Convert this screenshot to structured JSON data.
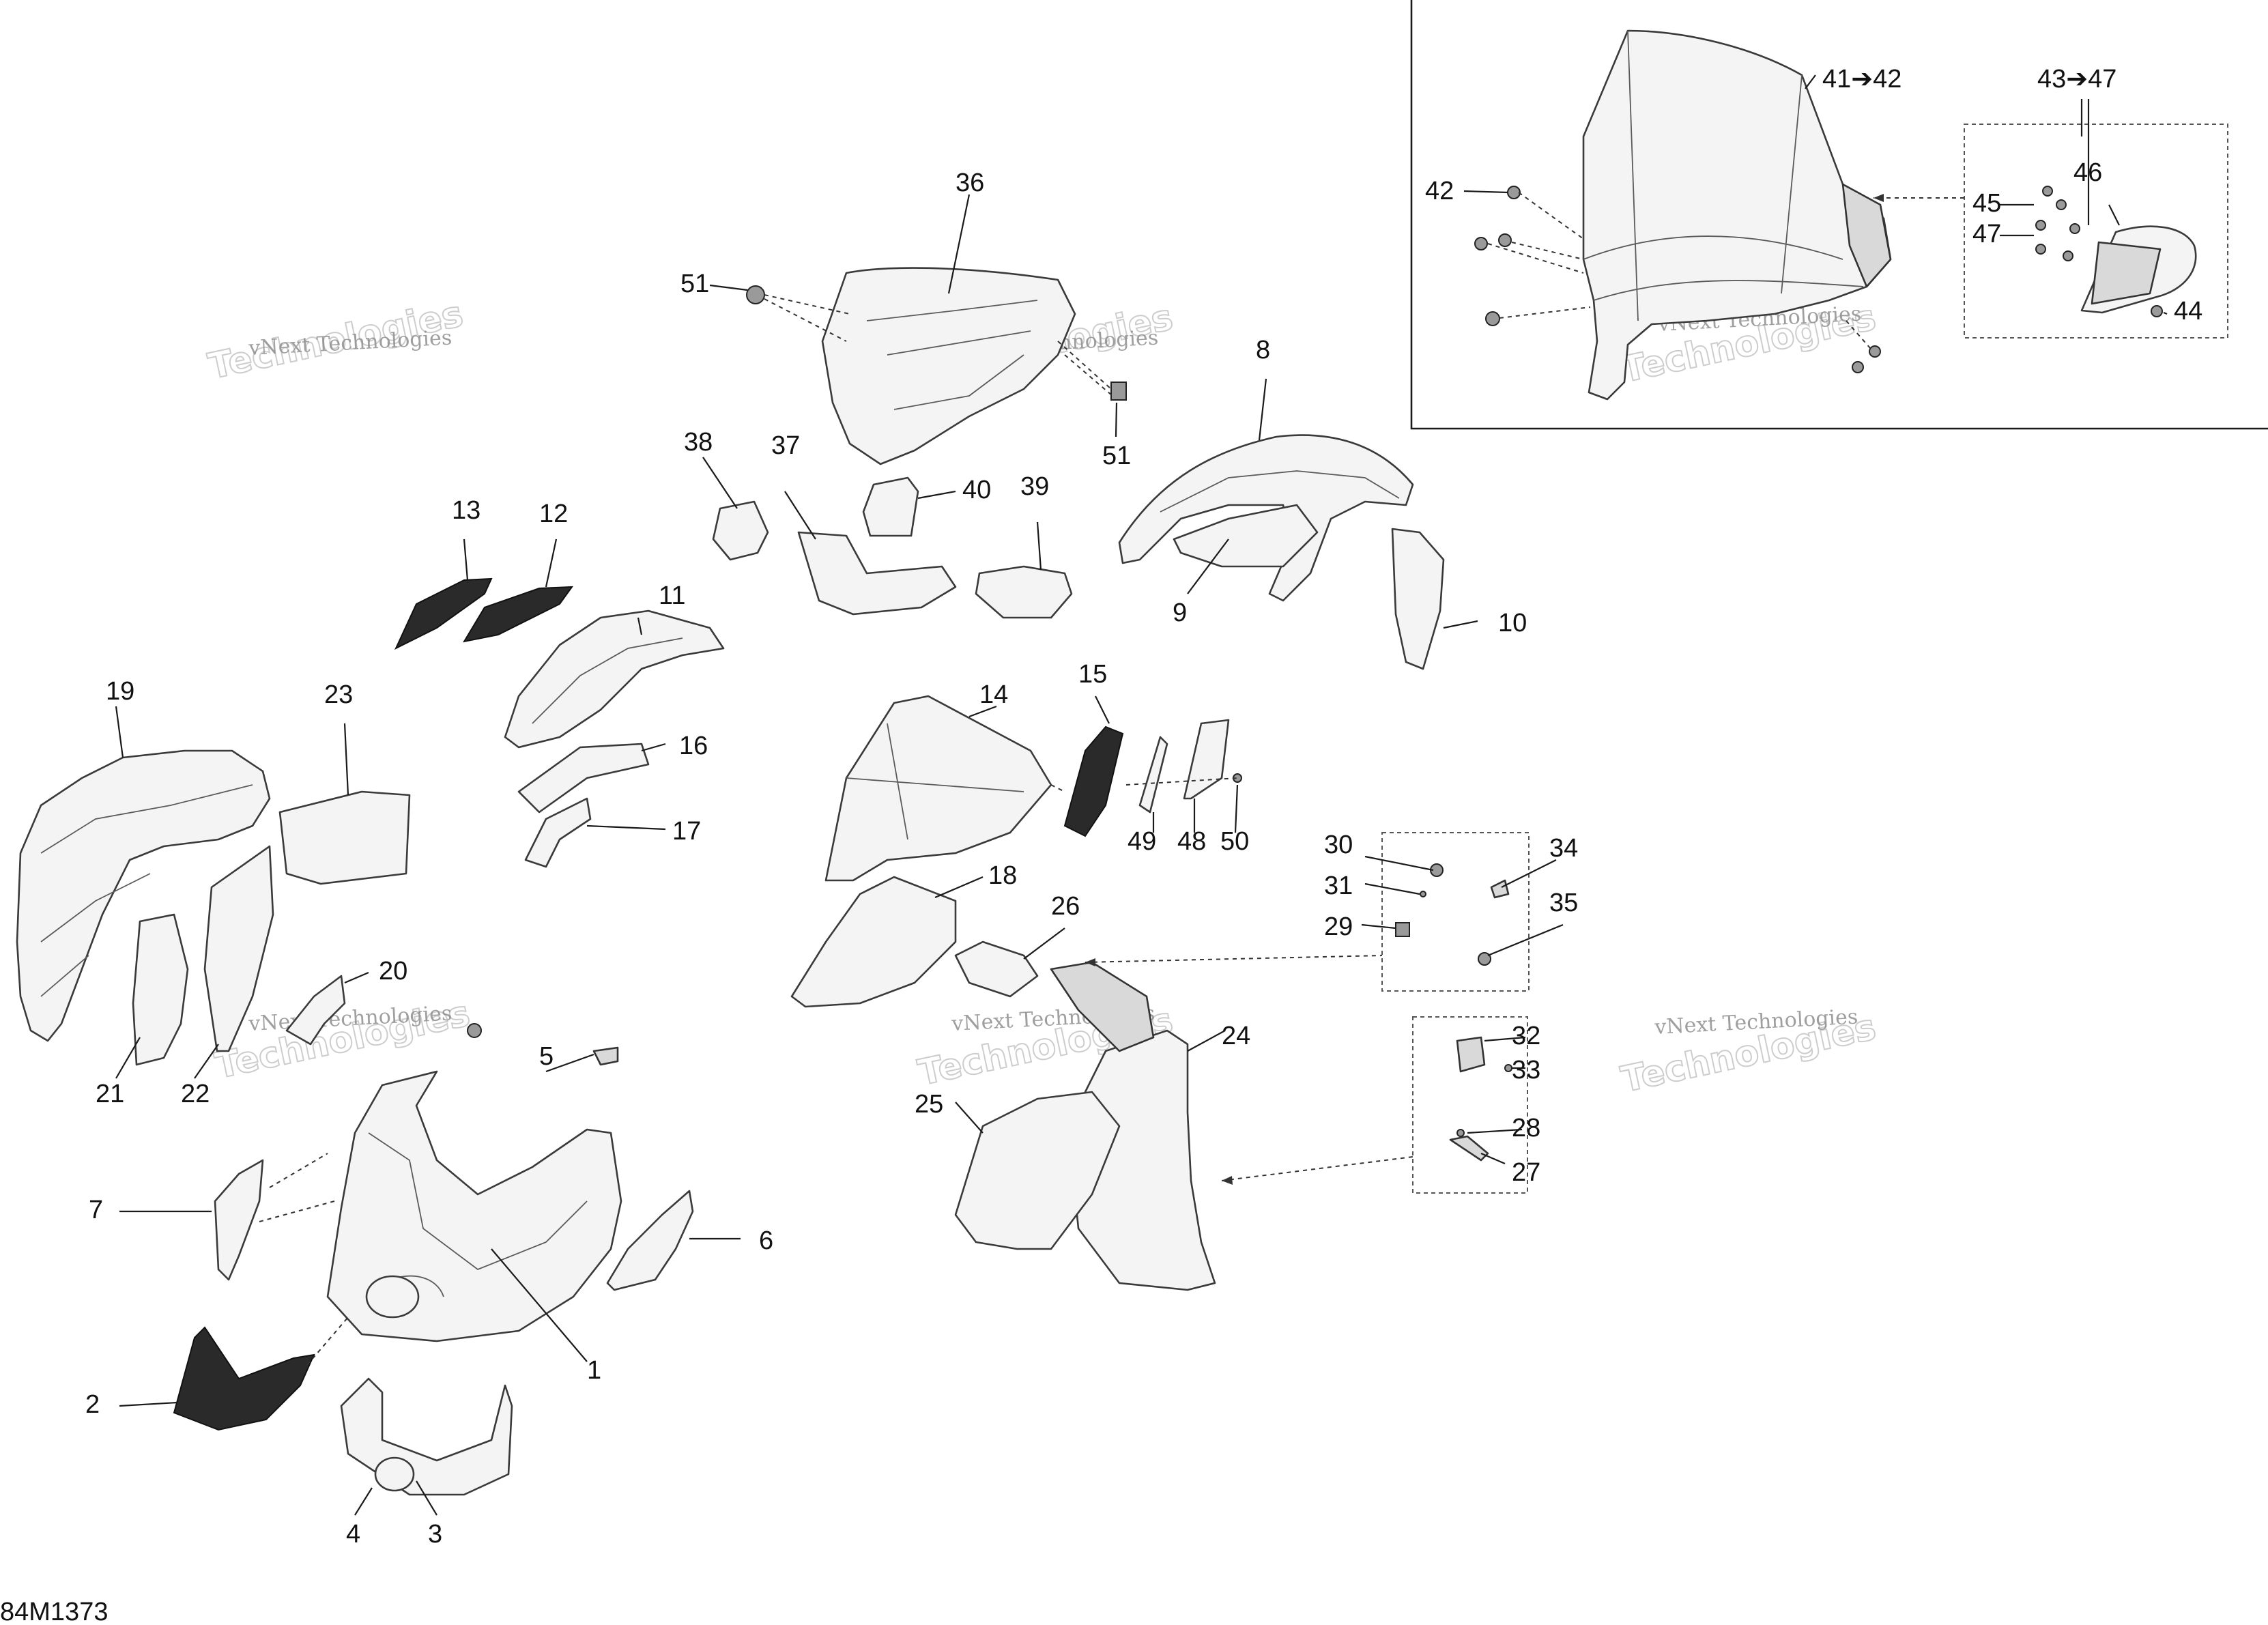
{
  "diagram": {
    "code": "84M1373",
    "watermark_line1": "vNext Technologies",
    "watermark_line2": "Technologies",
    "callouts": [
      "1",
      "2",
      "3",
      "4",
      "5",
      "6",
      "7",
      "8",
      "9",
      "10",
      "11",
      "12",
      "13",
      "14",
      "15",
      "16",
      "17",
      "18",
      "19",
      "20",
      "21",
      "22",
      "23",
      "24",
      "25",
      "26",
      "27",
      "28",
      "29",
      "30",
      "31",
      "32",
      "33",
      "34",
      "35",
      "36",
      "37",
      "38",
      "39",
      "40",
      "41➔42",
      "42",
      "43➔47",
      "44",
      "45",
      "46",
      "47",
      "48",
      "49",
      "50",
      "51"
    ]
  }
}
